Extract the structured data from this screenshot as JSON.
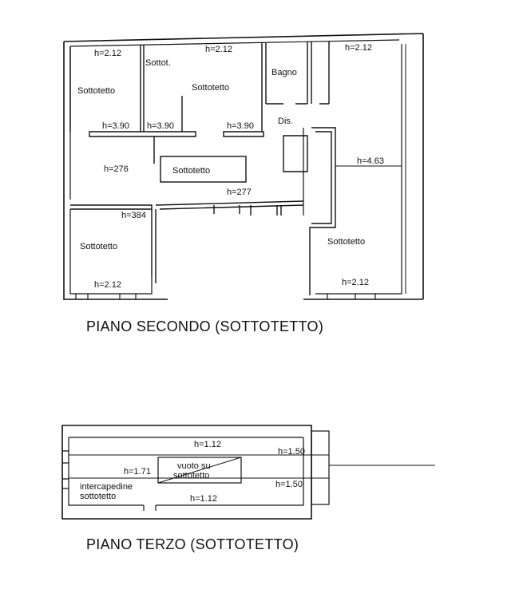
{
  "floor2": {
    "caption": "PIANO SECONDO (SOTTOTETTO)",
    "labels": {
      "tl_h": "h=2.12",
      "sottot": "Sottot.",
      "tm_h": "h=2.12",
      "bagno": "Bagno",
      "tr_h": "h=2.12",
      "room_left": "Sottotetto",
      "room_mid": "Sottotetto",
      "h390_a": "h=3.90",
      "h390_b": "h=3.90",
      "h390_c": "h=3.90",
      "dis": "Dis.",
      "h276": "h=276",
      "central_box": "Sottotetto",
      "h463": "h=4.63",
      "h277": "h=277",
      "h384": "h=384",
      "room_bl": "Sottotetto",
      "room_br": "Sottotetto",
      "bl_h": "h=2.12",
      "br_h": "h=2.12"
    }
  },
  "floor3": {
    "caption": "PIANO TERZO (SOTTOTETTO)",
    "labels": {
      "top_h": "h=1.12",
      "right_top_h": "h=1.50",
      "left_h": "h=1.71",
      "void_line1": "vuoto su",
      "void_line2": "sottotetto",
      "right_bot_h": "h=1.50",
      "gap_line1": "intercapedine",
      "gap_line2": "sottotetto",
      "bot_h": "h=1.12"
    }
  }
}
